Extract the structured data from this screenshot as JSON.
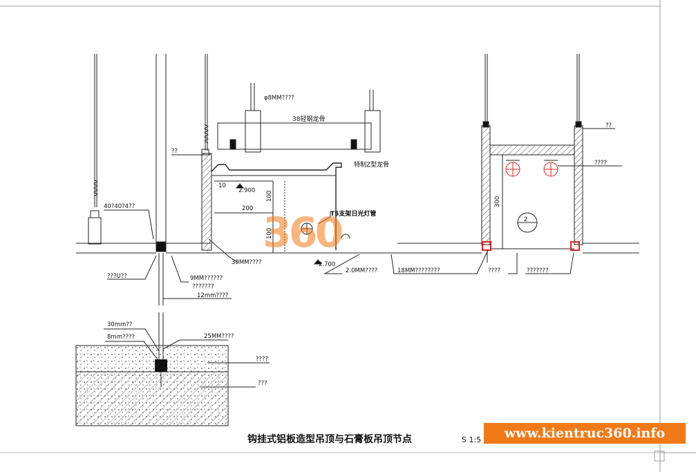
{
  "colors": {
    "line": "#222222",
    "accent": "#e02020",
    "watermark_bg": "#f07a18"
  },
  "left_detail": {
    "labels": {
      "phi8_rod": "φ8MM????",
      "main_runner": "38轻钢龙骨",
      "z_runner": "特制Z型龙骨",
      "elev_2900": "2.900",
      "elev_2700": "2.700",
      "dim_10": "10",
      "dim_200": "200",
      "dim_100a": "100",
      "dim_100b": "100",
      "wall_tag": "??",
      "angle_40": "40?40?4??",
      "t5_lamp": "T5支架日光灯管",
      "mm30": "30MM????",
      "u_bracket": "???U??",
      "mm9_a": "9MM??????",
      "mm9_b": "???????",
      "mm12": "12mm????",
      "mm2": "2.0MM????",
      "mm30_b": "30mm??",
      "mm8": "8mm????",
      "mm25": "25MM????",
      "layer1": "????",
      "layer2": "???"
    }
  },
  "right_detail": {
    "labels": {
      "top_tag": "??",
      "sprinkler": "????",
      "dim_300": "300",
      "circle_no": "2",
      "mm18": "18MM????????",
      "bottom_a": "????",
      "bottom_b": "???????"
    }
  },
  "footer": {
    "title": "钩挂式铝板造型吊顶与石膏板吊顶节点",
    "scale": "S 1:5",
    "website": "www.kientruc360.info",
    "logo": "360"
  }
}
